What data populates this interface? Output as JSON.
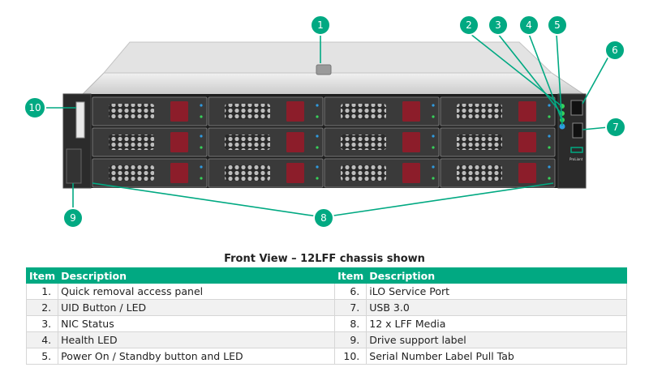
{
  "diagram": {
    "callouts": [
      "1",
      "2",
      "3",
      "4",
      "5",
      "6",
      "7",
      "8",
      "9",
      "10"
    ],
    "chassis_badge": "ProLiant"
  },
  "caption": "Front View – 12LFF chassis shown",
  "table": {
    "headers": {
      "item": "Item",
      "description": "Description"
    },
    "left": [
      {
        "item": "1.",
        "description": "Quick removal access panel"
      },
      {
        "item": "2.",
        "description": "UID Button / LED"
      },
      {
        "item": "3.",
        "description": "NIC Status"
      },
      {
        "item": "4.",
        "description": "Health LED"
      },
      {
        "item": "5.",
        "description": "Power On / Standby button and LED"
      }
    ],
    "right": [
      {
        "item": "6.",
        "description": "iLO Service Port"
      },
      {
        "item": "7.",
        "description": "USB 3.0"
      },
      {
        "item": "8.",
        "description": "12 x LFF Media"
      },
      {
        "item": "9.",
        "description": "Drive support label"
      },
      {
        "item": "10.",
        "description": "Serial Number Label Pull Tab"
      }
    ]
  },
  "colors": {
    "accent": "#01a982",
    "drive_latch": "#8c1d2a",
    "chassis": "#d9d9d9"
  }
}
